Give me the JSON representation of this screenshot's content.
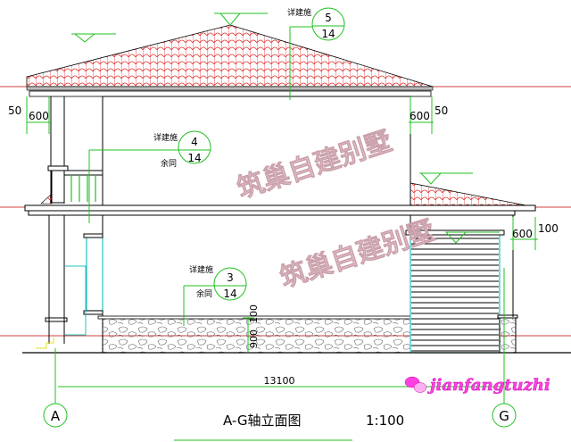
{
  "drawing": {
    "title": "A-G轴立面图",
    "scale": "1:100",
    "colors": {
      "tile": "#e03030",
      "dimension": "#20c020",
      "axis": "#c00000",
      "window": "#20c0c0",
      "watermark": "#f2d0d8",
      "logo": "#ff40e0"
    }
  },
  "callouts": [
    {
      "label": "详建施",
      "number": "5",
      "sheet": "14",
      "note": ""
    },
    {
      "label": "详建施",
      "number": "4",
      "sheet": "14",
      "note": "余同"
    },
    {
      "label": "详建施",
      "number": "3",
      "sheet": "14",
      "note": "余同"
    }
  ],
  "dimensions": {
    "left_offset": "50",
    "left_eave": "600",
    "right_eave": "600",
    "right_offset": "50",
    "porch_eave": "600",
    "porch_offset": "100",
    "base_height": "900",
    "base_cap": "100",
    "total_length": "13100"
  },
  "axes": {
    "start": "A",
    "end": "G"
  },
  "watermark": "筑巢自建别墅",
  "logo": {
    "text": "jianfangtuzhi",
    "icon": "wechat-icon"
  }
}
